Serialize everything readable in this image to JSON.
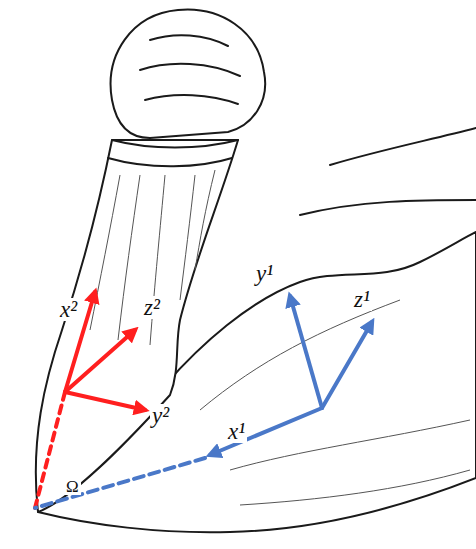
{
  "diagram": {
    "labels": [
      "x²",
      "z²",
      "y²",
      "y¹",
      "z¹",
      "x¹",
      "Ω"
    ]
  }
}
